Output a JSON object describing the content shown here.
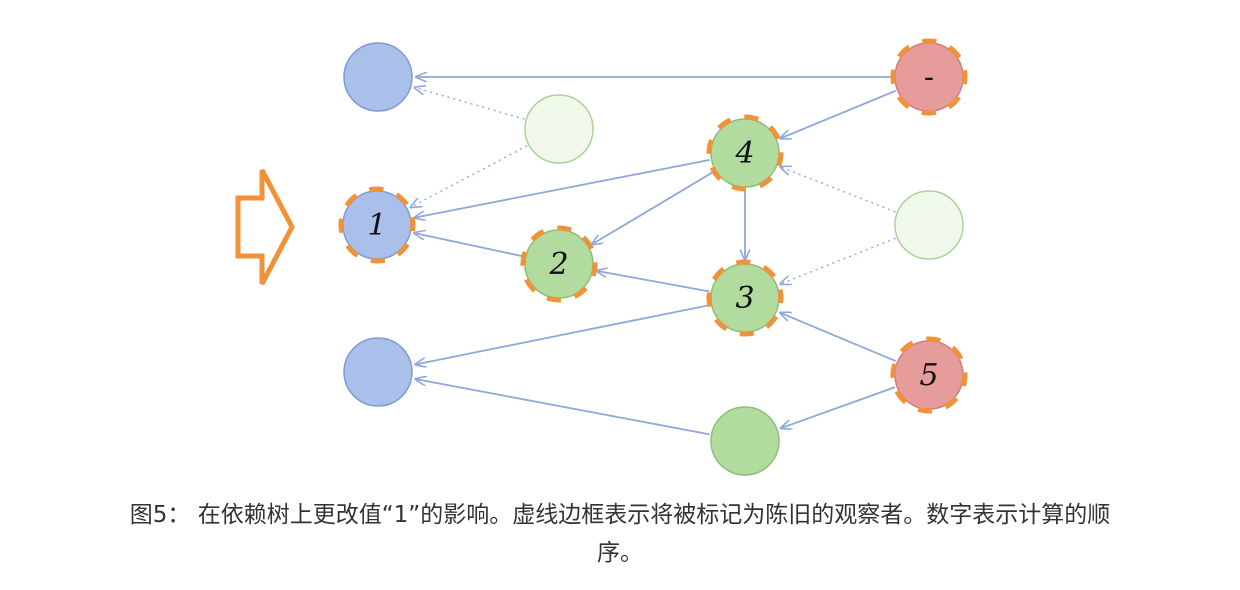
{
  "diagram": {
    "nodes": [
      {
        "id": "top-left-blue",
        "label": "",
        "color": "blue",
        "stale": false
      },
      {
        "id": "top-right-red",
        "label": "-",
        "color": "red",
        "stale": true
      },
      {
        "id": "upper-light-green",
        "label": "",
        "color": "light-green",
        "stale": false
      },
      {
        "id": "node-4",
        "label": "4",
        "color": "green",
        "stale": true
      },
      {
        "id": "node-1",
        "label": "1",
        "color": "blue",
        "stale": true
      },
      {
        "id": "right-light-green",
        "label": "",
        "color": "light-green",
        "stale": false
      },
      {
        "id": "node-2",
        "label": "2",
        "color": "green",
        "stale": true
      },
      {
        "id": "node-3",
        "label": "3",
        "color": "green",
        "stale": true
      },
      {
        "id": "bottom-left-blue",
        "label": "",
        "color": "blue",
        "stale": false
      },
      {
        "id": "node-5",
        "label": "5",
        "color": "red",
        "stale": true
      },
      {
        "id": "bottom-green",
        "label": "",
        "color": "green",
        "stale": false
      }
    ],
    "edges": [
      {
        "from": "top-right-red",
        "to": "top-left-blue",
        "style": "solid"
      },
      {
        "from": "top-right-red",
        "to": "node-4",
        "style": "solid"
      },
      {
        "from": "upper-light-green",
        "to": "top-left-blue",
        "style": "dotted"
      },
      {
        "from": "upper-light-green",
        "to": "node-1",
        "style": "dotted"
      },
      {
        "from": "node-4",
        "to": "node-1",
        "style": "solid"
      },
      {
        "from": "node-4",
        "to": "node-2",
        "style": "solid"
      },
      {
        "from": "node-4",
        "to": "node-3",
        "style": "solid"
      },
      {
        "from": "right-light-green",
        "to": "node-4",
        "style": "dotted"
      },
      {
        "from": "right-light-green",
        "to": "node-3",
        "style": "dotted"
      },
      {
        "from": "node-2",
        "to": "node-1",
        "style": "solid"
      },
      {
        "from": "node-3",
        "to": "node-2",
        "style": "solid"
      },
      {
        "from": "node-3",
        "to": "bottom-left-blue",
        "style": "solid"
      },
      {
        "from": "node-5",
        "to": "node-3",
        "style": "solid"
      },
      {
        "from": "node-5",
        "to": "bottom-green",
        "style": "solid"
      },
      {
        "from": "bottom-green",
        "to": "bottom-left-blue",
        "style": "solid"
      }
    ],
    "pointer_target": "node-1"
  },
  "colors": {
    "blue_fill": "#a9c0ea",
    "blue_stroke": "#7f9bd3",
    "green_fill": "#b2dc9f",
    "green_stroke": "#8cbf78",
    "light_green_fill": "#f1f8ec",
    "light_green_stroke": "#a9d496",
    "red_fill": "#e79c9c",
    "red_stroke": "#cf7c7c",
    "edge": "#8ea8dc",
    "stale_dash": "#f0923a",
    "arrow_outline": "#f0923a"
  },
  "caption": {
    "line1": "图5：  在依赖树上更改值“1”的影响。虚线边框表示将被标记为陈旧的观察者。数字表示计算的顺",
    "line2": "序。"
  }
}
